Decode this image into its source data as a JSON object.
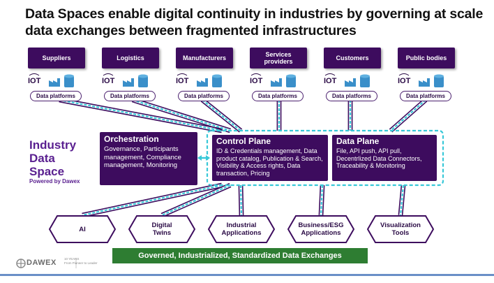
{
  "title": "Data Spaces enable digital continuity in industries by governing at scale data exchanges between fragmented infrastructures",
  "actors": [
    {
      "label_lines": [
        "Suppliers"
      ]
    },
    {
      "label_lines": [
        "Logistics"
      ]
    },
    {
      "label_lines": [
        "Manufacturers"
      ]
    },
    {
      "label_lines": [
        "Services",
        "providers"
      ]
    },
    {
      "label_lines": [
        "Customers"
      ]
    },
    {
      "label_lines": [
        "Public bodies"
      ]
    }
  ],
  "iot_label": "IOT",
  "data_platform_label": "Data platforms",
  "industry_data_space": {
    "lines": [
      "Industry",
      "Data",
      "Space"
    ],
    "powered_by": "Powered by Dawex"
  },
  "orchestration": {
    "heading": "Orchestration",
    "body": "Governance, Participants management, Compliance management, Monitoring"
  },
  "control_plane": {
    "heading": "Control Plane",
    "body": "ID & Credentials management, Data product catalog, Publication & Search, Visibility & Access rights, Data transaction, Pricing"
  },
  "data_plane": {
    "heading": "Data Plane",
    "body": "File, API push, API pull, Decentrlized Data Connectors, Traceability & Monitoring"
  },
  "applications": [
    {
      "label_lines": [
        "AI"
      ]
    },
    {
      "label_lines": [
        "Digital",
        "Twins"
      ]
    },
    {
      "label_lines": [
        "Industrial",
        "Applications"
      ]
    },
    {
      "label_lines": [
        "Business/ESG",
        "Applications"
      ]
    },
    {
      "label_lines": [
        "Visualization",
        "Tools"
      ]
    }
  ],
  "banner": "Governed, Industrialized, Standardized Data Exchanges",
  "logo": {
    "name": "DAWEX",
    "years": "10 YEARS",
    "tagline": "From Pioneer to Leader"
  },
  "colors": {
    "purple": "#3d0c5e",
    "cyan": "#38c8d8",
    "green": "#2e7d32",
    "text_purple": "#5a2090"
  },
  "icons": [
    "iot-signal-icon",
    "factory-icon",
    "database-icon",
    "dawex-logo-icon"
  ]
}
